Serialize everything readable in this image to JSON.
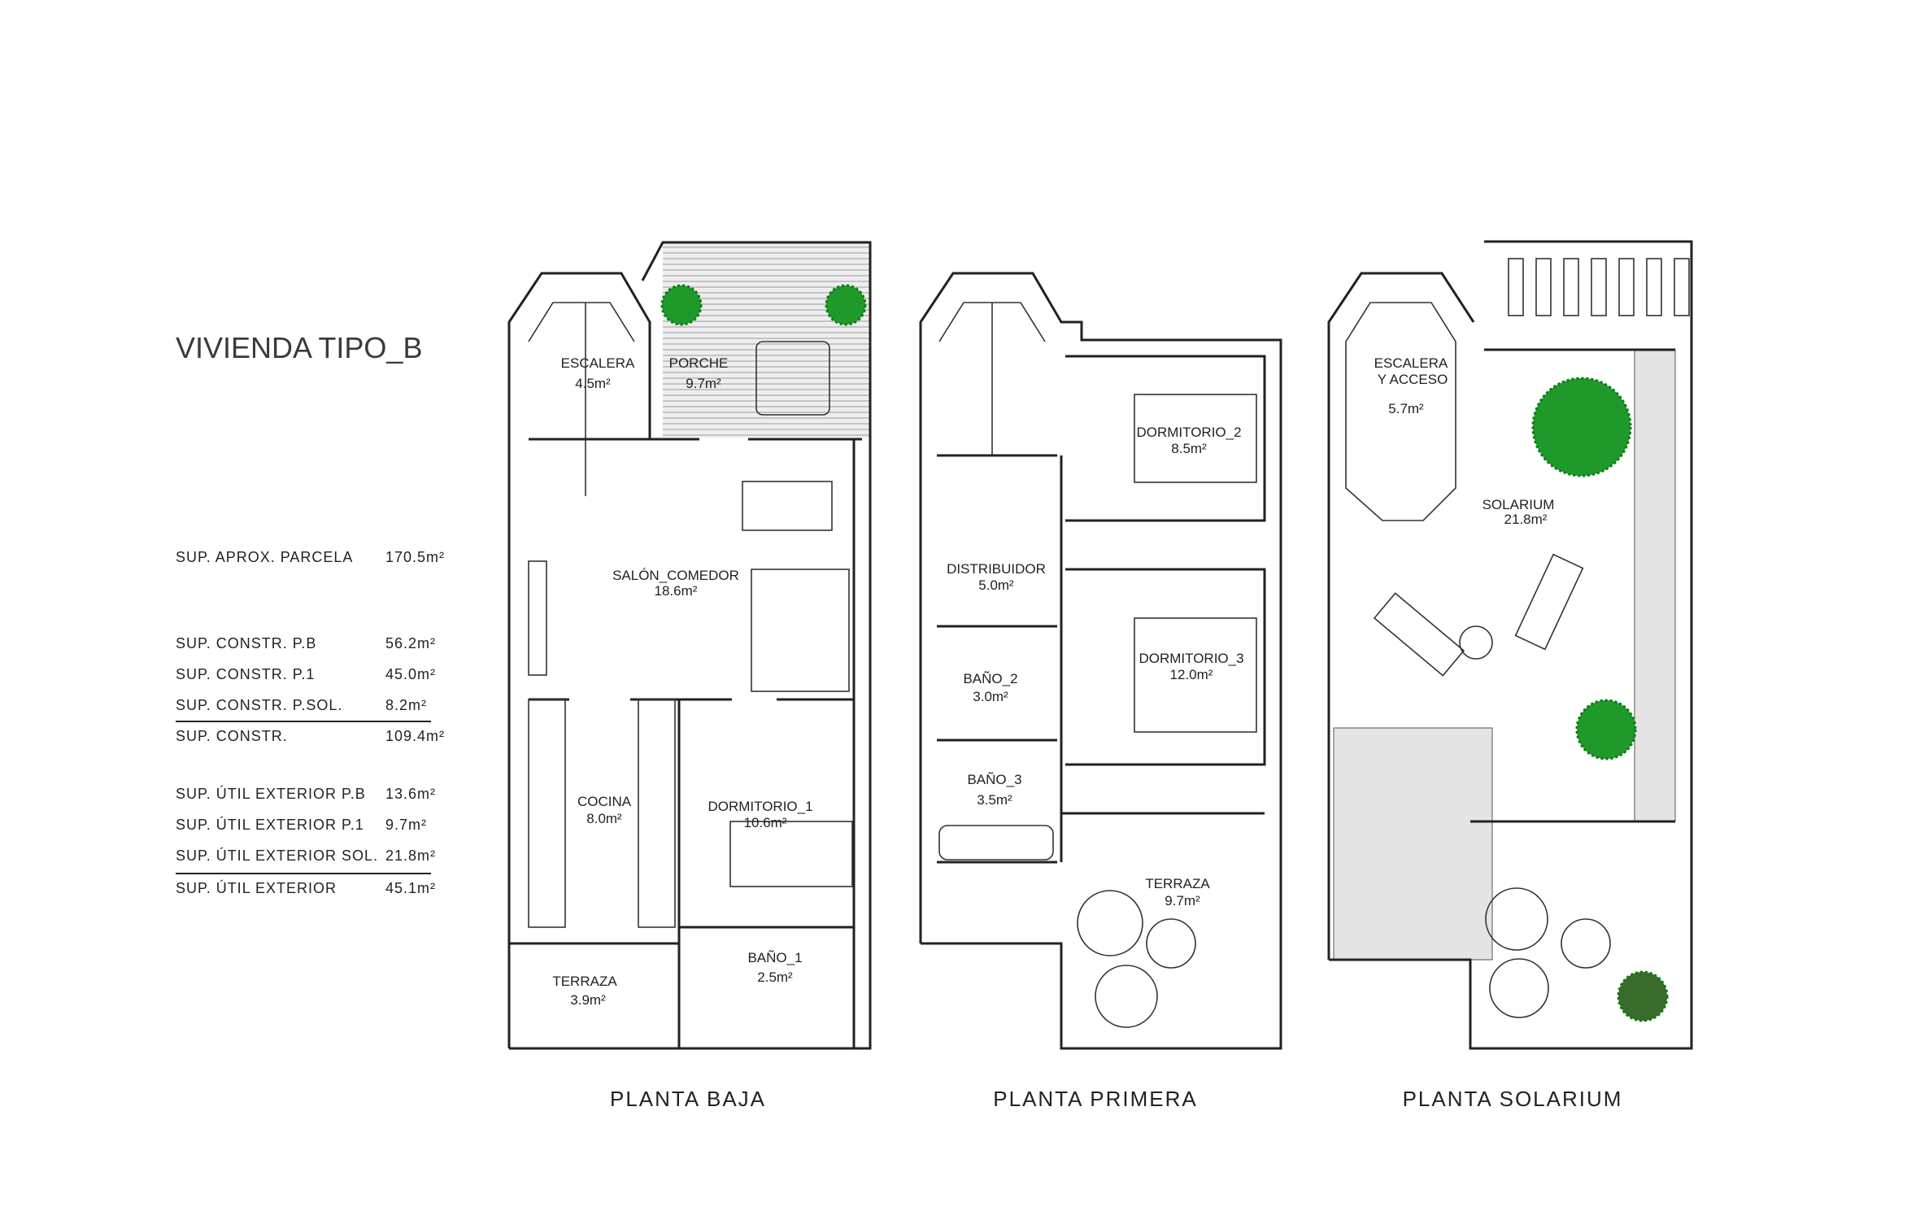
{
  "title": "VIVIENDA TIPO_B",
  "summary": [
    {
      "label": "SUP. APROX. PARCELA",
      "value": "170.5m²"
    },
    {
      "label": "SUP. CONSTR. P.B",
      "value": "56.2m²"
    },
    {
      "label": "SUP. CONSTR. P.1",
      "value": "45.0m²"
    },
    {
      "label": "SUP. CONSTR. P.SOL.",
      "value": "8.2m²"
    },
    {
      "label": "SUP. CONSTR.",
      "value": "109.4m²"
    },
    {
      "label": "SUP. ÚTIL EXTERIOR P.B",
      "value": "13.6m²"
    },
    {
      "label": "SUP. ÚTIL EXTERIOR P.1",
      "value": "9.7m²"
    },
    {
      "label": "SUP. ÚTIL EXTERIOR SOL.",
      "value": "21.8m²"
    },
    {
      "label": "SUP. ÚTIL EXTERIOR",
      "value": "45.1m²"
    }
  ],
  "plans": [
    {
      "name": "PLANTA BAJA",
      "rooms": [
        {
          "name": "ESCALERA",
          "area": "4.5m²"
        },
        {
          "name": "PORCHE",
          "area": "9.7m²"
        },
        {
          "name": "SALÓN_COMEDOR",
          "area": "18.6m²"
        },
        {
          "name": "COCINA",
          "area": "8.0m²"
        },
        {
          "name": "DORMITORIO_1",
          "area": "10.6m²"
        },
        {
          "name": "BAÑO_1",
          "area": "2.5m²"
        },
        {
          "name": "TERRAZA",
          "area": "3.9m²"
        }
      ]
    },
    {
      "name": "PLANTA PRIMERA",
      "rooms": [
        {
          "name": "DISTRIBUIDOR",
          "area": "5.0m²"
        },
        {
          "name": "DORMITORIO_2",
          "area": "8.5m²"
        },
        {
          "name": "DORMITORIO_3",
          "area": "12.0m²"
        },
        {
          "name": "BAÑO_2",
          "area": "3.0m²"
        },
        {
          "name": "BAÑO_3",
          "area": "3.5m²"
        },
        {
          "name": "TERRAZA",
          "area": "9.7m²"
        }
      ]
    },
    {
      "name": "PLANTA SOLARIUM",
      "rooms": [
        {
          "name": "ESCALERA",
          "name2": "Y ACCESO",
          "area": "5.7m²"
        },
        {
          "name": "SOLARIUM",
          "area": "21.8m²"
        }
      ]
    }
  ]
}
